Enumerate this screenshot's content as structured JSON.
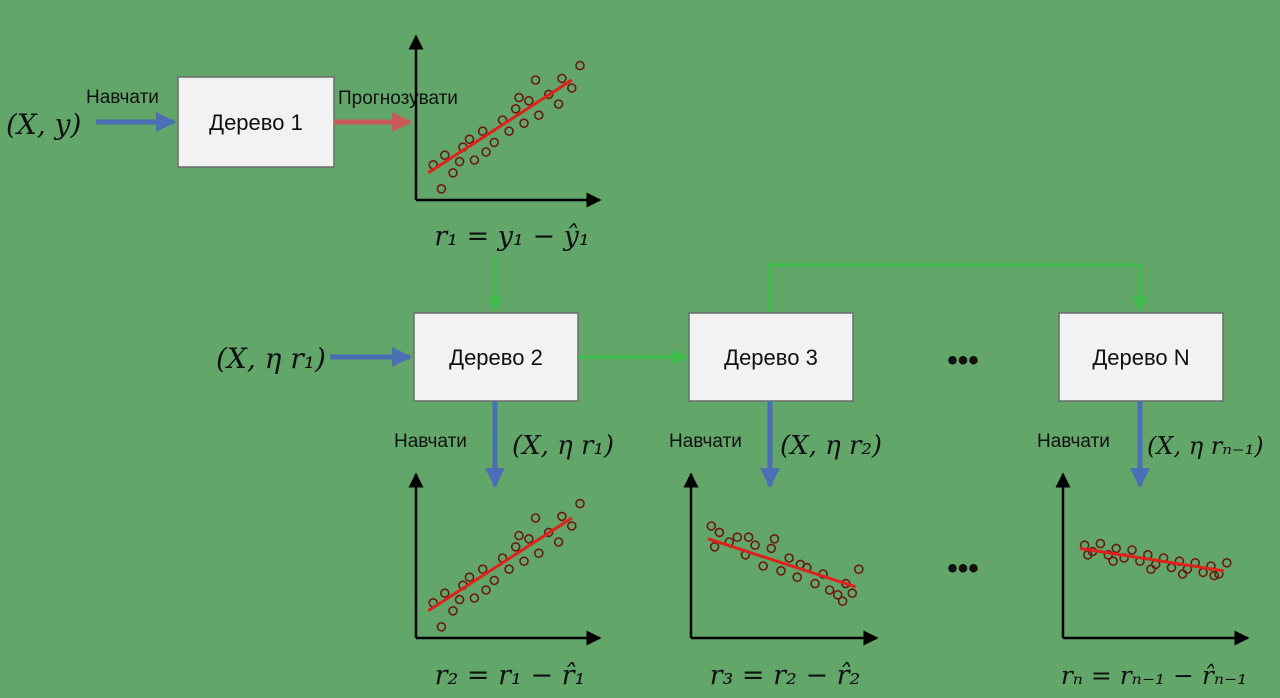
{
  "colors": {
    "background": "#62a66a",
    "box_fill": "#f2f2f2",
    "box_stroke": "#6b6b6b",
    "arrow_blue": "#4a6fb5",
    "arrow_red": "#c85a5a",
    "arrow_green": "#3fbf4a",
    "fit_line": "#e0201a",
    "point_stroke": "#6b1a12"
  },
  "input_xy": "(X, y)",
  "input_xr1": "(X, η r₁)",
  "boxes": {
    "tree1": "Дерево 1",
    "tree2": "Дерево 2",
    "tree3": "Дерево 3",
    "treeN": "Дерево N"
  },
  "labels": {
    "train_top": "Навчати",
    "predict": "Прогнозувати",
    "train_2": "Навчати",
    "train_3": "Навчати",
    "train_N": "Навчати",
    "fit_input_2": "(X, η r₁)",
    "fit_input_3": "(X, η r₂)",
    "fit_input_N": "(X, η rₙ₋₁)"
  },
  "ellipsis_top": "•••",
  "ellipsis_bottom": "•••",
  "formulas": {
    "r1": "r₁ = y₁ − ŷ₁",
    "r2": "r₂ = r₁ − r̂₁",
    "r3": "r₃ = r₂ − r̂₂",
    "rN": "rₙ = rₙ₋₁ − r̂ₙ₋₁"
  },
  "plots": [
    {
      "id": "plot1",
      "points": [
        [
          0.13,
          0.07
        ],
        [
          0.08,
          0.22
        ],
        [
          0.2,
          0.17
        ],
        [
          0.15,
          0.28
        ],
        [
          0.26,
          0.33
        ],
        [
          0.33,
          0.25
        ],
        [
          0.3,
          0.38
        ],
        [
          0.38,
          0.43
        ],
        [
          0.45,
          0.36
        ],
        [
          0.5,
          0.5
        ],
        [
          0.54,
          0.43
        ],
        [
          0.58,
          0.57
        ],
        [
          0.63,
          0.48
        ],
        [
          0.66,
          0.62
        ],
        [
          0.72,
          0.53
        ],
        [
          0.78,
          0.66
        ],
        [
          0.84,
          0.6
        ],
        [
          0.86,
          0.76
        ],
        [
          0.92,
          0.7
        ],
        [
          0.97,
          0.84
        ],
        [
          0.4,
          0.3
        ],
        [
          0.6,
          0.64
        ],
        [
          0.24,
          0.24
        ],
        [
          0.7,
          0.75
        ]
      ],
      "fit": [
        [
          0.05,
          0.17
        ],
        [
          0.92,
          0.75
        ]
      ]
    },
    {
      "id": "plot2",
      "points": [
        [
          0.13,
          0.07
        ],
        [
          0.08,
          0.22
        ],
        [
          0.2,
          0.17
        ],
        [
          0.15,
          0.28
        ],
        [
          0.26,
          0.33
        ],
        [
          0.33,
          0.25
        ],
        [
          0.3,
          0.38
        ],
        [
          0.38,
          0.43
        ],
        [
          0.45,
          0.36
        ],
        [
          0.5,
          0.5
        ],
        [
          0.54,
          0.43
        ],
        [
          0.58,
          0.57
        ],
        [
          0.63,
          0.48
        ],
        [
          0.66,
          0.62
        ],
        [
          0.72,
          0.53
        ],
        [
          0.78,
          0.66
        ],
        [
          0.84,
          0.6
        ],
        [
          0.86,
          0.76
        ],
        [
          0.92,
          0.7
        ],
        [
          0.97,
          0.84
        ],
        [
          0.4,
          0.3
        ],
        [
          0.6,
          0.64
        ],
        [
          0.24,
          0.24
        ],
        [
          0.7,
          0.75
        ]
      ],
      "fit": [
        [
          0.05,
          0.17
        ],
        [
          0.92,
          0.75
        ]
      ]
    },
    {
      "id": "plot3",
      "points": [
        [
          0.07,
          0.7
        ],
        [
          0.12,
          0.66
        ],
        [
          0.18,
          0.6
        ],
        [
          0.23,
          0.63
        ],
        [
          0.28,
          0.52
        ],
        [
          0.34,
          0.58
        ],
        [
          0.39,
          0.45
        ],
        [
          0.44,
          0.56
        ],
        [
          0.5,
          0.42
        ],
        [
          0.55,
          0.5
        ],
        [
          0.6,
          0.38
        ],
        [
          0.66,
          0.44
        ],
        [
          0.71,
          0.34
        ],
        [
          0.76,
          0.4
        ],
        [
          0.8,
          0.3
        ],
        [
          0.85,
          0.27
        ],
        [
          0.9,
          0.34
        ],
        [
          0.94,
          0.28
        ],
        [
          0.98,
          0.43
        ],
        [
          0.09,
          0.57
        ],
        [
          0.3,
          0.63
        ],
        [
          0.62,
          0.46
        ],
        [
          0.88,
          0.23
        ],
        [
          0.46,
          0.62
        ]
      ],
      "fit": [
        [
          0.05,
          0.62
        ],
        [
          0.96,
          0.32
        ]
      ]
    },
    {
      "id": "plotN",
      "points": [
        [
          0.08,
          0.58
        ],
        [
          0.13,
          0.54
        ],
        [
          0.18,
          0.59
        ],
        [
          0.23,
          0.52
        ],
        [
          0.28,
          0.56
        ],
        [
          0.33,
          0.5
        ],
        [
          0.38,
          0.55
        ],
        [
          0.43,
          0.48
        ],
        [
          0.48,
          0.52
        ],
        [
          0.53,
          0.46
        ],
        [
          0.58,
          0.5
        ],
        [
          0.63,
          0.44
        ],
        [
          0.68,
          0.48
        ],
        [
          0.73,
          0.43
        ],
        [
          0.78,
          0.47
        ],
        [
          0.83,
          0.41
        ],
        [
          0.88,
          0.45
        ],
        [
          0.93,
          0.4
        ],
        [
          0.98,
          0.47
        ],
        [
          0.1,
          0.52
        ],
        [
          0.26,
          0.48
        ],
        [
          0.5,
          0.43
        ],
        [
          0.7,
          0.4
        ],
        [
          0.9,
          0.39
        ]
      ],
      "fit": [
        [
          0.05,
          0.56
        ],
        [
          0.96,
          0.42
        ]
      ]
    }
  ]
}
